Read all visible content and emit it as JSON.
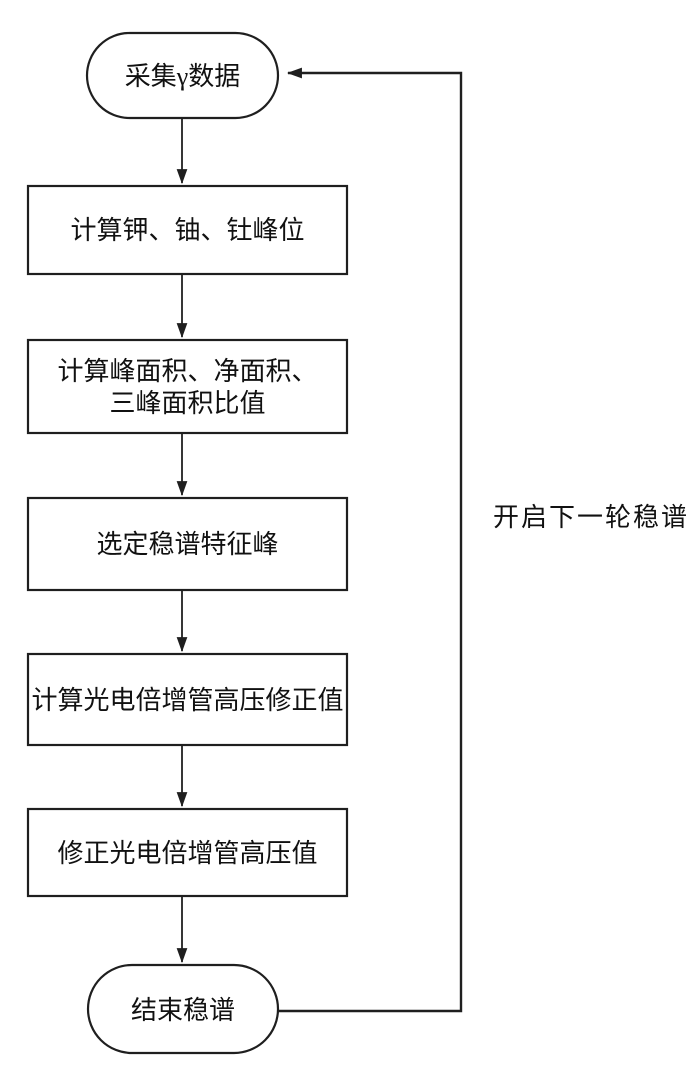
{
  "flowchart": {
    "colors": {
      "stroke": "#1f1f1f",
      "text": "#111111",
      "background": "#ffffff"
    },
    "nodes": [
      {
        "id": "start",
        "type": "terminator",
        "label": "采集γ数据"
      },
      {
        "id": "step1",
        "type": "process",
        "label": "计算钾、铀、钍峰位"
      },
      {
        "id": "step2",
        "type": "process",
        "label": "计算峰面积、净面积、三峰面积比值",
        "line1": "计算峰面积、净面积、",
        "line2": "三峰面积比值"
      },
      {
        "id": "step3",
        "type": "process",
        "label": "选定稳谱特征峰"
      },
      {
        "id": "step4",
        "type": "process",
        "label": "计算光电倍增管高压修正值"
      },
      {
        "id": "step5",
        "type": "process",
        "label": "修正光电倍增管高压值"
      },
      {
        "id": "end",
        "type": "terminator",
        "label": "结束稳谱"
      }
    ],
    "loop_label": "开启下一轮稳谱"
  }
}
